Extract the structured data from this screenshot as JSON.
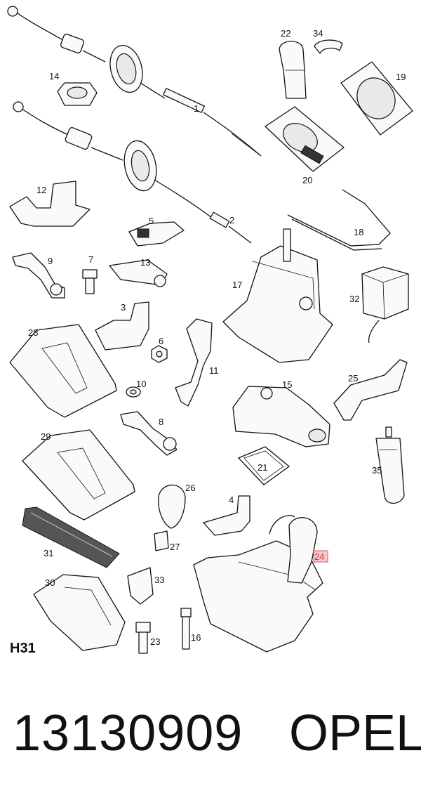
{
  "diagram": {
    "code": "H31",
    "highlighted_callout": "24",
    "callouts": [
      "1",
      "2",
      "3",
      "4",
      "5",
      "6",
      "7",
      "8",
      "9",
      "10",
      "11",
      "12",
      "13",
      "14",
      "15",
      "16",
      "17",
      "18",
      "19",
      "20",
      "21",
      "22",
      "23",
      "24",
      "25",
      "26",
      "27",
      "28",
      "29",
      "30",
      "31",
      "32",
      "33",
      "34",
      "35"
    ]
  },
  "footer": {
    "part_number": "13130909",
    "brand": "OPEL"
  },
  "colors": {
    "line": "#111111",
    "highlight_fill": "#f6c9cc",
    "highlight_stroke": "#d05a66"
  }
}
